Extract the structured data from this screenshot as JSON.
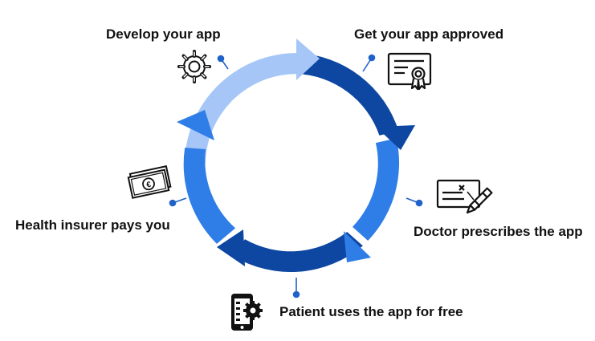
{
  "steps": [
    {
      "id": "develop",
      "label": "Develop your app",
      "icon": "gear-icon"
    },
    {
      "id": "approve",
      "label": "Get your app approved",
      "icon": "certificate-icon"
    },
    {
      "id": "prescribe",
      "label": "Doctor prescribes the app",
      "icon": "prescription-icon"
    },
    {
      "id": "use",
      "label": "Patient uses the app for free",
      "icon": "smartphone-settings-icon"
    },
    {
      "id": "pay",
      "label": "Health insurer pays you",
      "icon": "euro-banknotes-icon"
    }
  ],
  "colors": {
    "light_blue": "#a6c6f7",
    "mid_blue": "#2f7ee8",
    "dark_blue": "#0d47a1",
    "connector": "#1f62c9",
    "icon_stroke": "#111111"
  }
}
